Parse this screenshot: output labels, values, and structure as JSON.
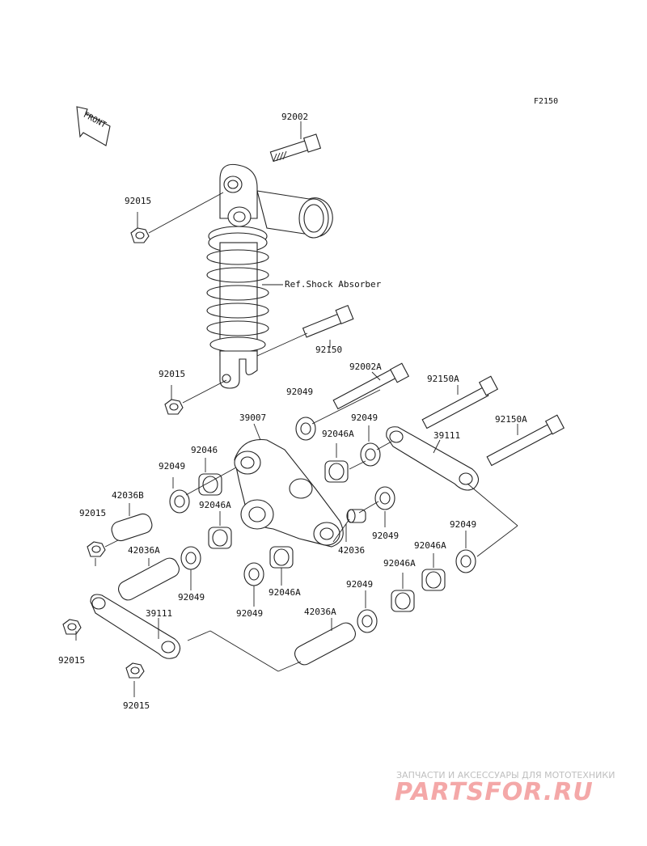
{
  "diagram_code": "F2150",
  "front_text": "FRONT",
  "reference_label": "Ref.Shock Absorber",
  "labels": {
    "p92002": "92002",
    "p92015_a": "92015",
    "p92150": "92150",
    "p92015_b": "92015",
    "p92002a": "92002A",
    "p92150a_1": "92150A",
    "p92049_a": "92049",
    "p39007": "39007",
    "p92049_b": "92049",
    "p92046a_a": "92046A",
    "p39111_a": "39111",
    "p92150a_2": "92150A",
    "p92046": "92046",
    "p92049_c": "92049",
    "p42036b": "42036B",
    "p92046a_b": "92046A",
    "p92015_c": "92015",
    "p92049_d": "92049",
    "p42036": "42036",
    "p92049_e": "92049",
    "p92046a_c": "92046A",
    "p42036a_a": "42036A",
    "p92049_f": "92049",
    "p92046a_d": "92046A",
    "p92046a_e": "92046A",
    "p92049_g": "92049",
    "p92049_h": "92049",
    "p42036a_b": "42036A",
    "p39111_b": "39111",
    "p92015_d": "92015",
    "p92015_e": "92015"
  },
  "watermark": {
    "tagline": "ЗАПЧАСТИ И АКСЕССУАРЫ ДЛЯ МОТОТЕХНИКИ",
    "logo": "PARTSFOR.RU"
  }
}
